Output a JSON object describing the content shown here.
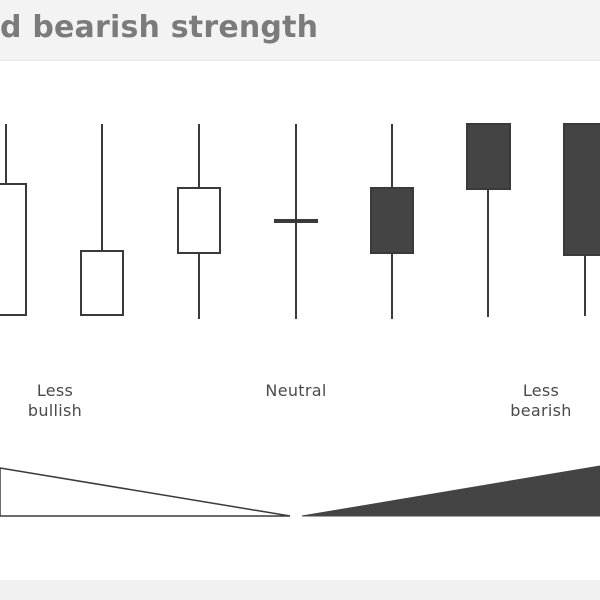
{
  "header": {
    "title": "d bearish strength"
  },
  "captions": {
    "left": [
      "Less",
      "bullish"
    ],
    "center": "Neutral",
    "right": [
      "Less",
      "bearish"
    ]
  },
  "colors": {
    "bearish_fill": "#444444",
    "stroke": "#3a3a3a",
    "title": "#7b7b7b",
    "caption": "#4a4a4a",
    "band": "#f3f3f3"
  },
  "candles": [
    {
      "kind": "bullish",
      "shape": "body-with-upper-wick"
    },
    {
      "kind": "bullish",
      "shape": "body-at-bottom-long-upper-wick"
    },
    {
      "kind": "bullish",
      "shape": "small-body-both-wicks"
    },
    {
      "kind": "neutral",
      "shape": "doji"
    },
    {
      "kind": "bearish",
      "shape": "small-body-both-wicks"
    },
    {
      "kind": "bearish",
      "shape": "body-at-top-long-lower-wick"
    },
    {
      "kind": "bearish",
      "shape": "body-with-lower-wick"
    }
  ],
  "gradient_bars": [
    {
      "side": "left",
      "style": "outline",
      "meaning": "bullish strength"
    },
    {
      "side": "right",
      "style": "filled",
      "meaning": "bearish strength"
    }
  ]
}
